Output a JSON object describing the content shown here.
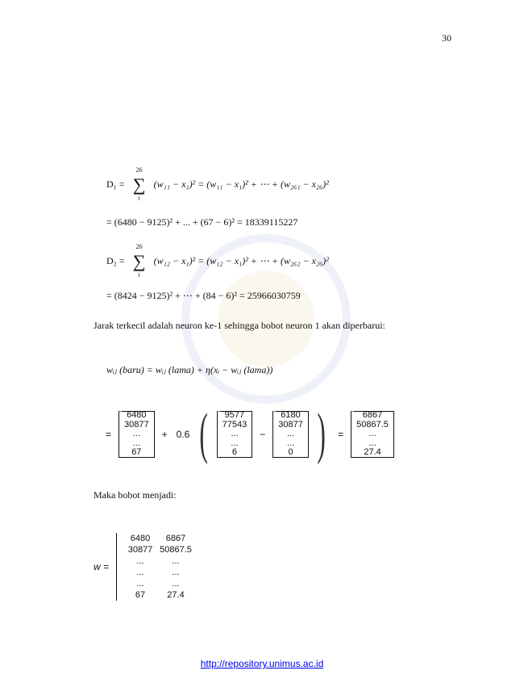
{
  "page_number": "30",
  "equations": {
    "d1_def": {
      "lhs": "D₁ =",
      "sum_top": "26",
      "sum_bottom": "i",
      "rhs": "(w₁₁ − x₁)² = (w₁₁ − x₁)² + ⋯ + (w₂₆₁ − x₂₆)²"
    },
    "d1_val": "= (6480 − 9125)² + ... + (67 − 6)² = 18339115227",
    "d2_def": {
      "lhs": "D₂ =",
      "sum_top": "26",
      "sum_bottom": "i",
      "rhs": "(w₁₂ − x₁)² = (w₁₂ − x₁)² + ⋯ + (w₂₆₂ − x₂₆)²"
    },
    "d2_val": "= (8424 − 9125)² + ⋯ + (84 − 6)² = 25966030759"
  },
  "sentence_nearest": "Jarak terkecil adalah neuron ke-1 sehingga bobot neuron 1 akan diperbarui:",
  "update_rule": "wᵢⱼ (baru) = wᵢⱼ (lama) + η(xᵢ − wᵢⱼ (lama))",
  "update_calc": {
    "lead": "=",
    "m1": [
      "6480",
      "30877",
      "...",
      "...",
      "67"
    ],
    "plus": "+",
    "eta": "0.6",
    "m2": [
      "9577",
      "77543",
      "...",
      "...",
      "6"
    ],
    "minus": "−",
    "m3": [
      "6180",
      "30877",
      "...",
      "...",
      "0"
    ],
    "equals": "=",
    "m4": [
      "6867",
      "50867.5",
      "...",
      "...",
      "27.4"
    ]
  },
  "sentence_result": "Maka bobot menjadi:",
  "final_matrix": {
    "lhs": "w =",
    "rows": [
      [
        "6480",
        "6867"
      ],
      [
        "30877",
        "50867.5"
      ],
      [
        "...",
        "..."
      ],
      [
        "...",
        "..."
      ],
      [
        "...",
        "..."
      ],
      [
        "67",
        "27.4"
      ]
    ]
  },
  "footer_url": "http://repository.unimus.ac.id"
}
